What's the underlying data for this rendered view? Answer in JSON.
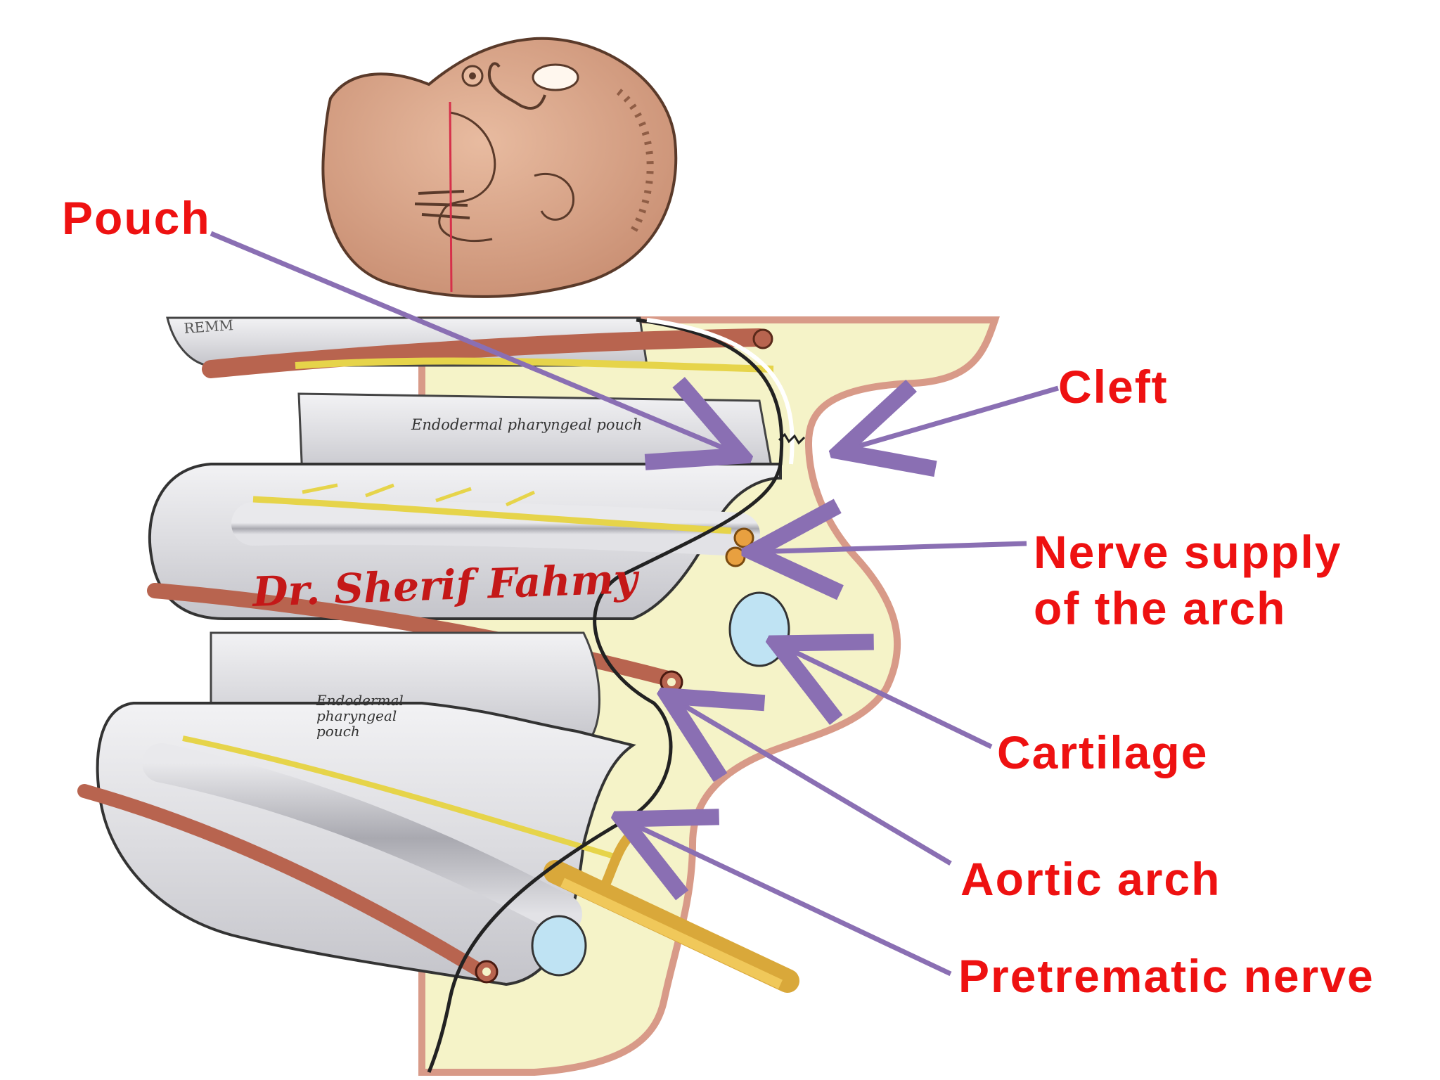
{
  "labels": {
    "pouch": "Pouch",
    "cleft": "Cleft",
    "nerve_supply_line1": "Nerve supply",
    "nerve_supply_line2": "of the arch",
    "cartilage": "Cartilage",
    "aortic_arch": "Aortic arch",
    "pretrematic_nerve": "Pretrematic nerve"
  },
  "inner_text": {
    "upper_pouch": "Endodermal pharyngeal pouch",
    "lower_pouch_line1": "Endodermal",
    "lower_pouch_line2": "pharyngeal",
    "lower_pouch_line3": "pouch",
    "signature": "REMM"
  },
  "watermark": "Dr. Sherif Fahmy",
  "colors": {
    "label_text": "#ee1111",
    "leader_line": "#8a6fb3",
    "mesenchyme": "#f5f3c8",
    "arch_gray": "#d9d9dd",
    "ectoderm": "#d89a88",
    "artery": "#b8644f",
    "nerve": "#e6d44a",
    "cartilage": "#bfe3f3",
    "embryo_skin": "#d9a58a"
  }
}
